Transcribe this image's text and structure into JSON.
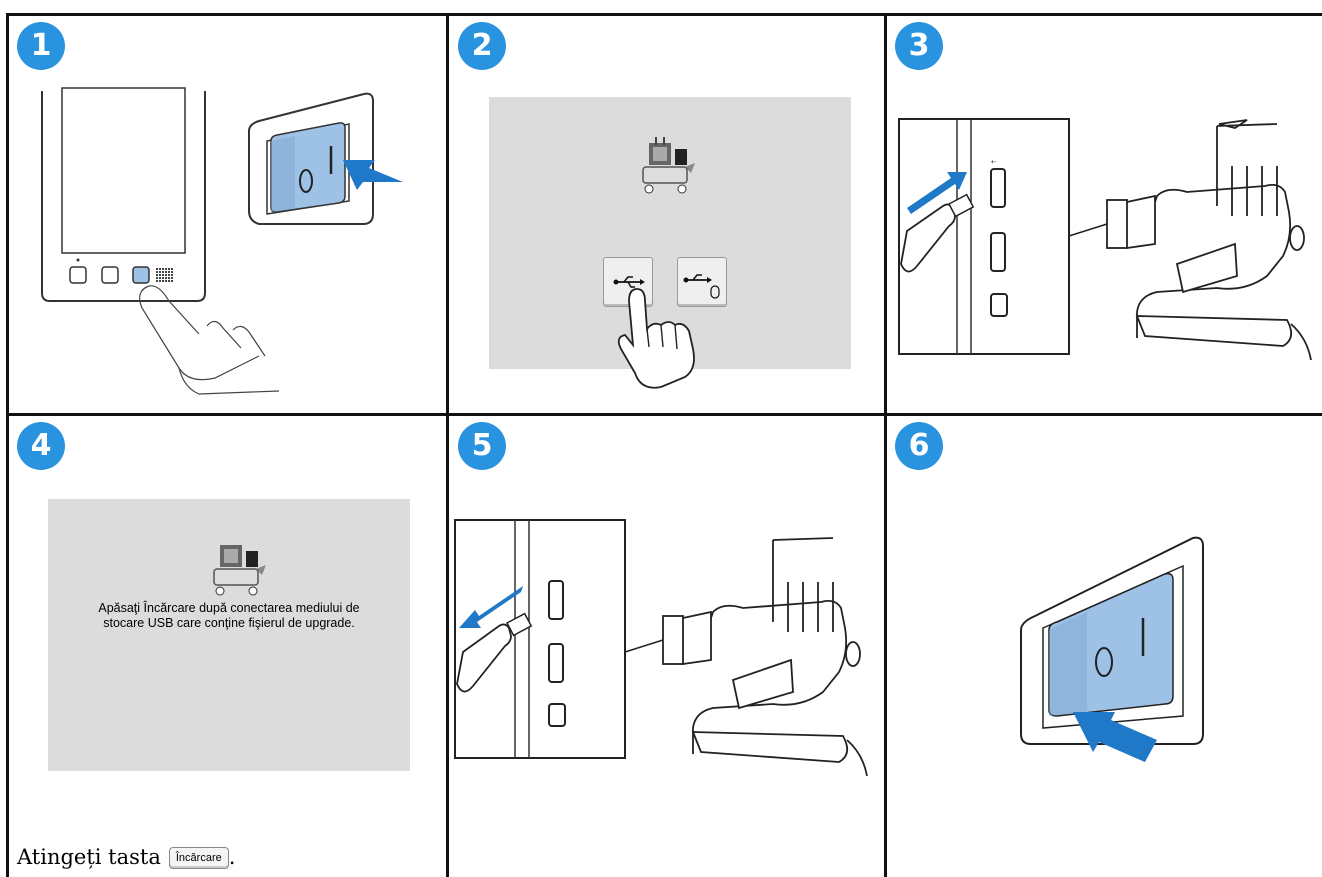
{
  "steps": [
    {
      "number": "1"
    },
    {
      "number": "2"
    },
    {
      "number": "3"
    },
    {
      "number": "4",
      "screen_message": "Apăsaţi Încărcare după conectarea mediului de stocare USB care conţine fişierul de upgrade."
    },
    {
      "number": "5"
    },
    {
      "number": "6"
    }
  ],
  "caption": {
    "text": "Atingeți tasta",
    "key_label": "Încărcare",
    "end": "."
  },
  "colors": {
    "badge": "#2a93e0",
    "arrow": "#1f78c8",
    "switch": "#9ec1e6",
    "screen": "#dcdcdc"
  },
  "icons": {
    "power_button": "power-button-icon",
    "usb_memory": "usb-icon",
    "usb_mouse": "usb-mouse-icon",
    "machine": "embroidery-machine-icon"
  }
}
